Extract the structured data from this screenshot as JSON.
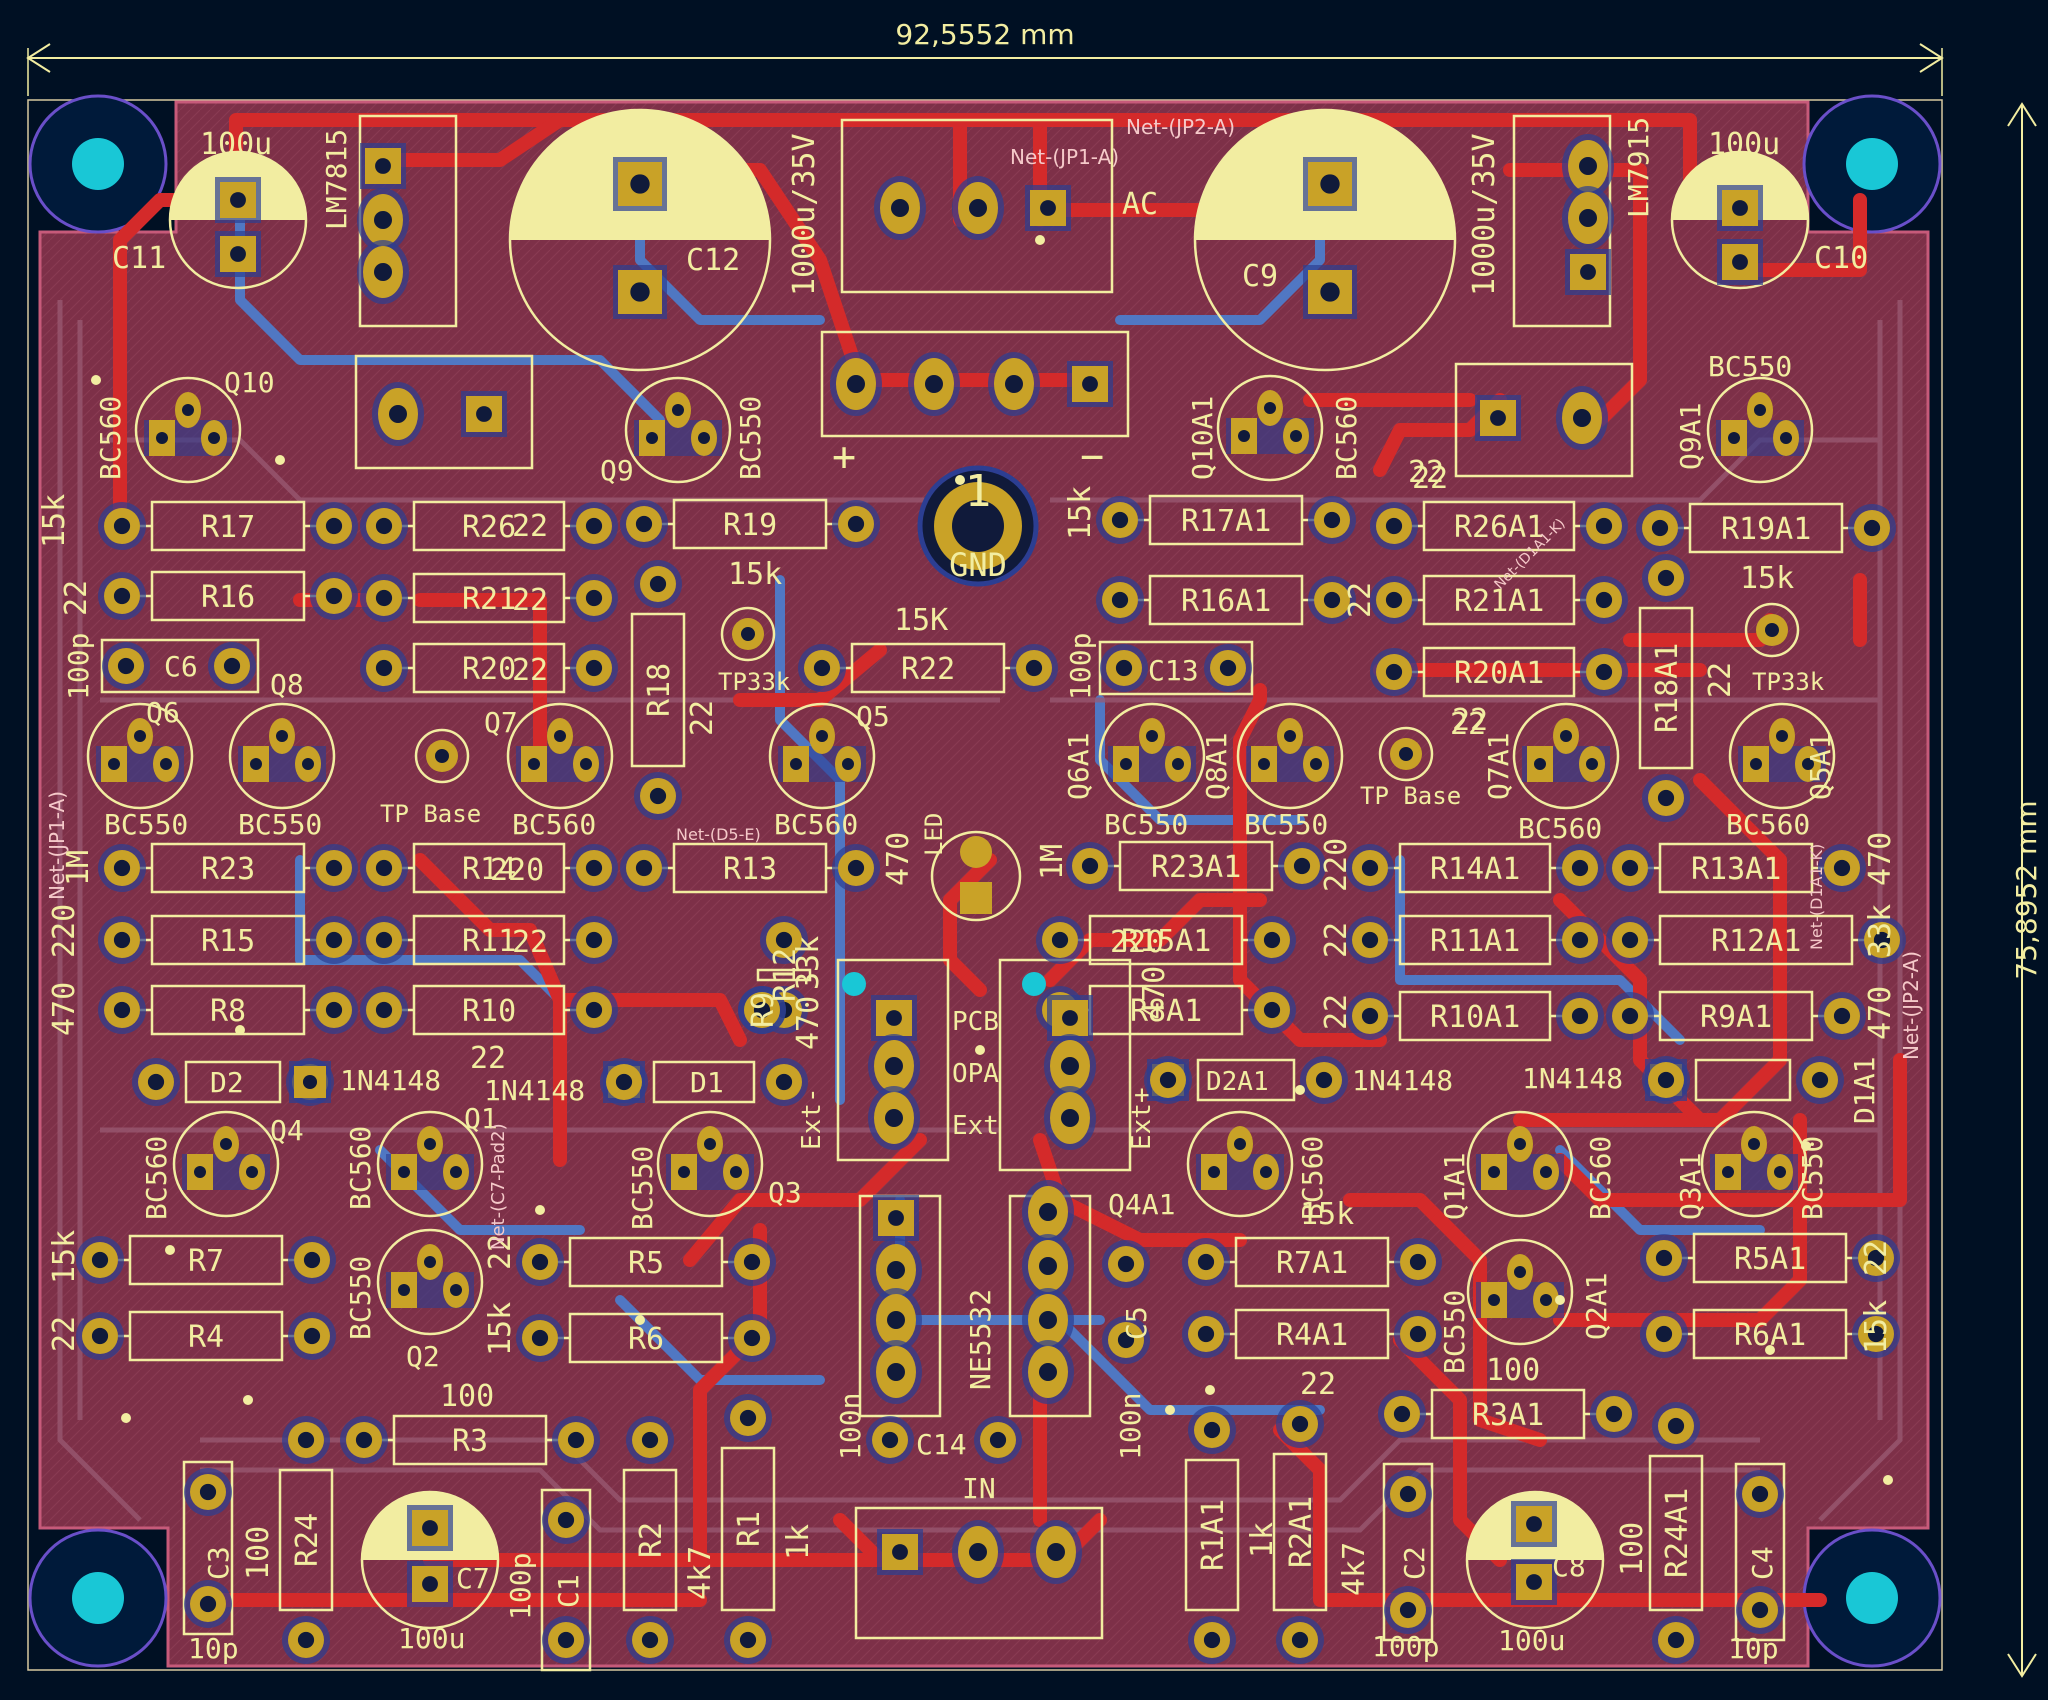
{
  "dimensions": {
    "width_label": "92,5552 mm",
    "height_label": "75,8952 mm"
  },
  "colors": {
    "background": "#001023",
    "board": "#7a2e46",
    "front_copper": "#d42a2a",
    "back_copper": "#4b7fd0",
    "silkscreen": "#f2eda1",
    "pad": "#c9a227",
    "mount_hole": "#19c7d6"
  },
  "top_refs": [
    "C11",
    "LM7815",
    "C12",
    "AC",
    "C9",
    "LM7915",
    "C10"
  ],
  "top_values": [
    "100u",
    "1000u/35V",
    "1000u/35V",
    "100u"
  ],
  "transistors": [
    {
      "ref": "Q10",
      "value": "BC560"
    },
    {
      "ref": "Q9",
      "value": "BC550"
    },
    {
      "ref": "Q10A1",
      "value": "BC560"
    },
    {
      "ref": "Q9A1",
      "value": "BC550"
    },
    {
      "ref": "Q6",
      "value": "BC550"
    },
    {
      "ref": "Q8",
      "value": "BC550"
    },
    {
      "ref": "Q7",
      "value": "BC560"
    },
    {
      "ref": "Q5",
      "value": "BC560"
    },
    {
      "ref": "Q6A1",
      "value": "BC550"
    },
    {
      "ref": "Q8A1",
      "value": "BC550"
    },
    {
      "ref": "Q7A1",
      "value": "BC560"
    },
    {
      "ref": "Q5A1",
      "value": "BC560"
    },
    {
      "ref": "Q4",
      "value": "BC560"
    },
    {
      "ref": "Q1",
      "value": "BC560"
    },
    {
      "ref": "Q3",
      "value": "BC550"
    },
    {
      "ref": "Q2",
      "value": "BC550"
    },
    {
      "ref": "Q4A1",
      "value": "BC560"
    },
    {
      "ref": "Q1A1",
      "value": "BC560"
    },
    {
      "ref": "Q3A1",
      "value": "BC550"
    },
    {
      "ref": "Q2A1",
      "value": "BC550"
    }
  ],
  "resistors_left": [
    {
      "ref": "R17",
      "value": "15k"
    },
    {
      "ref": "R26",
      "value": "22"
    },
    {
      "ref": "R19",
      "value": "15k"
    },
    {
      "ref": "R16",
      "value": "22"
    },
    {
      "ref": "R21",
      "value": "22"
    },
    {
      "ref": "R20",
      "value": "22"
    },
    {
      "ref": "R18",
      "value": "22"
    },
    {
      "ref": "R22",
      "value": "15K"
    },
    {
      "ref": "R23",
      "value": "1M"
    },
    {
      "ref": "R14",
      "value": "220"
    },
    {
      "ref": "R13",
      "value": "470"
    },
    {
      "ref": "R15",
      "value": "220"
    },
    {
      "ref": "R11",
      "value": "22"
    },
    {
      "ref": "R12",
      "value": "33k"
    },
    {
      "ref": "R8",
      "value": "470"
    },
    {
      "ref": "R10",
      "value": "22"
    },
    {
      "ref": "R9",
      "value": "470"
    },
    {
      "ref": "R7",
      "value": "15k"
    },
    {
      "ref": "R5",
      "value": "22"
    },
    {
      "ref": "R4",
      "value": "22"
    },
    {
      "ref": "R6",
      "value": "15k"
    },
    {
      "ref": "R3",
      "value": "100"
    },
    {
      "ref": "R24",
      "value": "100"
    },
    {
      "ref": "R2",
      "value": "4k7"
    },
    {
      "ref": "R1",
      "value": "1k"
    }
  ],
  "resistors_right": [
    {
      "ref": "R17A1",
      "value": "15k"
    },
    {
      "ref": "R26A1",
      "value": "22"
    },
    {
      "ref": "R19A1",
      "value": "15k"
    },
    {
      "ref": "R16A1",
      "value": "22"
    },
    {
      "ref": "R21A1",
      "value": "22"
    },
    {
      "ref": "R20A1",
      "value": "22"
    },
    {
      "ref": "R18A1",
      "value": "22"
    },
    {
      "ref": "R23A1",
      "value": "1M"
    },
    {
      "ref": "R14A1",
      "value": "220"
    },
    {
      "ref": "R13A1",
      "value": "470"
    },
    {
      "ref": "R15A1",
      "value": "220"
    },
    {
      "ref": "R11A1",
      "value": "22"
    },
    {
      "ref": "R12A1",
      "value": "33k"
    },
    {
      "ref": "R8A1",
      "value": "470"
    },
    {
      "ref": "R10A1",
      "value": "22"
    },
    {
      "ref": "R9A1",
      "value": "470"
    },
    {
      "ref": "R7A1",
      "value": "15k"
    },
    {
      "ref": "R5A1",
      "value": "22"
    },
    {
      "ref": "R4A1",
      "value": "22"
    },
    {
      "ref": "R6A1",
      "value": "15k"
    },
    {
      "ref": "R3A1",
      "value": "100"
    },
    {
      "ref": "R24A1",
      "value": "100"
    },
    {
      "ref": "R2A1",
      "value": "4k7"
    },
    {
      "ref": "R1A1",
      "value": "1k"
    }
  ],
  "capacitors": [
    {
      "ref": "C6",
      "value": "100p"
    },
    {
      "ref": "C13",
      "value": "100p"
    },
    {
      "ref": "C5",
      "value": "100n"
    },
    {
      "ref": "C14",
      "value": "100n"
    },
    {
      "ref": "C3",
      "value": "10p"
    },
    {
      "ref": "C7",
      "value": "100u"
    },
    {
      "ref": "C1",
      "value": "100p"
    },
    {
      "ref": "C8",
      "value": "100u"
    },
    {
      "ref": "C2",
      "value": "100p"
    },
    {
      "ref": "C4",
      "value": "10p"
    }
  ],
  "diodes": [
    {
      "ref": "D2",
      "value": "1N4148"
    },
    {
      "ref": "D1",
      "value": "1N4148"
    },
    {
      "ref": "D2A1",
      "value": "1N4148"
    },
    {
      "ref": "D1A1",
      "value": "1N4148"
    }
  ],
  "misc": {
    "tp_base": "TP Base",
    "tp33k": "TP33k",
    "led": "LED",
    "gnd": "GND",
    "gnd_pad_num": "1",
    "pcb": "PCB",
    "opa": "OPA",
    "ext": "Ext",
    "ext_minus": "Ext-",
    "ext_plus": "Ext+",
    "ne5532": "NE5532",
    "in": "IN",
    "plus": "+",
    "minus": "−"
  },
  "net_labels": [
    "Net-(JP2-A)",
    "Net-(JP1-A)",
    "Net-(D5-E)",
    "Net-(D1A1-K)",
    "Net-(C7-Pad2)",
    "Net-(JP2-A)",
    "Net-(D1A1-K)",
    "Net-(JP1-A)"
  ]
}
